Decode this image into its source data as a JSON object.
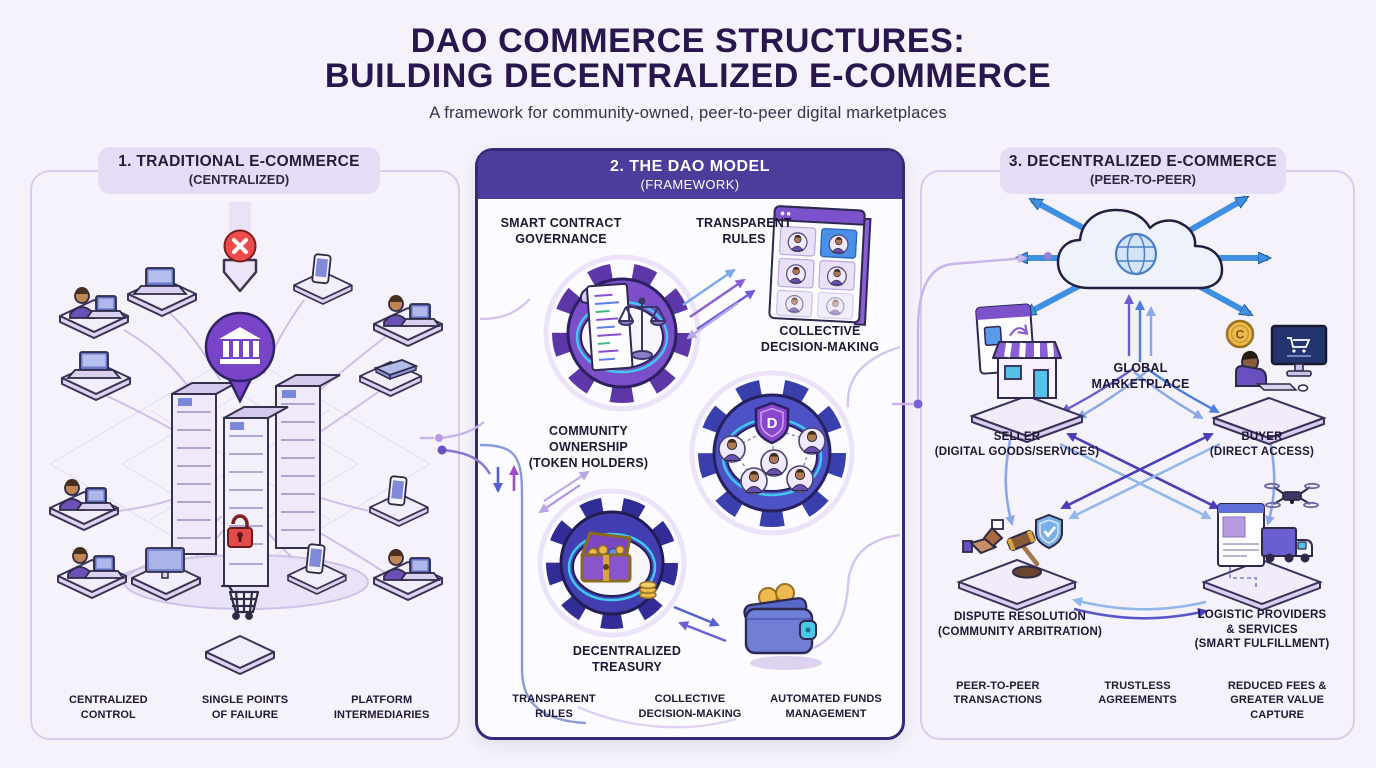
{
  "header": {
    "title_line1": "DAO COMMERCE STRUCTURES:",
    "title_line2": "BUILDING DECENTRALIZED E-COMMERCE",
    "subtitle": "A framework for community-owned, peer-to-peer digital marketplaces"
  },
  "panel1": {
    "title": "1. TRADITIONAL E-COMMERCE",
    "subtitle": "(CENTRALIZED)",
    "footers": [
      "CENTRALIZED\nCONTROL",
      "SINGLE POINTS\nOF FAILURE",
      "PLATFORM\nINTERMEDIARIES"
    ]
  },
  "panel2": {
    "title": "2. THE DAO MODEL",
    "subtitle": "(FRAMEWORK)",
    "labels": {
      "smart_contract": "SMART CONTRACT\nGOVERNANCE",
      "transparent_rules": "TRANSPARENT\nRULES",
      "collective_decision": "COLLECTIVE\nDECISION-MAKING",
      "community_ownership": "COMMUNITY\nOWNERSHIP\n(TOKEN HOLDERS)",
      "treasury": "DECENTRALIZED\nTREASURY"
    },
    "shield_letter": "D",
    "footers": [
      "TRANSPARENT\nRULES",
      "COLLECTIVE\nDECISION-MAKING",
      "AUTOMATED FUNDS\nMANAGEMENT"
    ]
  },
  "panel3": {
    "title": "3. DECENTRALIZED E-COMMERCE",
    "subtitle": "(PEER-TO-PEER)",
    "labels": {
      "global_marketplace": "GLOBAL\nMARKETPLACE",
      "seller": "SELLER\n(DIGITAL GOODS/SERVICES)",
      "buyer": "BUYER\n(DIRECT ACCESS)",
      "dispute": "DISPUTE RESOLUTION\n(COMMUNITY ARBITRATION)",
      "logistics": "LOGISTIC PROVIDERS\n& SERVICES\n(SMART FULFILLMENT)"
    },
    "coin_letter": "C",
    "footers": [
      "PEER-TO-PEER\nTRANSACTIONS",
      "TRUSTLESS\nAGREEMENTS",
      "REDUCED FEES &\nGREATER VALUE CAPTURE"
    ]
  },
  "icons": {
    "bank-icon": "bank pin over servers",
    "error-x-icon": "red circle with X",
    "server-icon": "stacked server racks",
    "lock-icon": "red padlock",
    "cart-icon": "shopping cart outline",
    "gear-icon": "purple cog wheels",
    "scroll-icon": "smart contract scroll",
    "scales-icon": "balance scales",
    "shield-dao-icon": "shield with letter D",
    "voting-panel-icon": "member grid window",
    "treasure-chest-icon": "chest with tokens",
    "wallet-icon": "wallet with coins",
    "cloud-icon": "cloud with globe",
    "globe-icon": "wireframe globe",
    "storefront-icon": "shop with awning",
    "buyer-desk-icon": "person at computer",
    "coin-icon": "gold coin with C",
    "gavel-icon": "auction gavel",
    "handshake-icon": "shaking hands",
    "shield-check-icon": "blue shield with check",
    "truck-icon": "delivery van",
    "drone-icon": "quadcopter drone"
  },
  "colors": {
    "background": "#f5f2fb",
    "title": "#2a164e",
    "pill_bg": "#e6dcf6",
    "panel_border": "#d9cbee",
    "panel2_border": "#352a78",
    "panel2_header_bg": "#4a3d9c",
    "gear_purple": "#7b4fc9",
    "gear_indigo": "#4d52c6",
    "gear_navy": "#433eb2",
    "cyan_glow": "#3fc9ee",
    "arrow_blue": "#3f8fe2",
    "alert_red": "#ee4c4c",
    "gold": "#ecba4e",
    "lavender_line": "#cfbfe9"
  }
}
